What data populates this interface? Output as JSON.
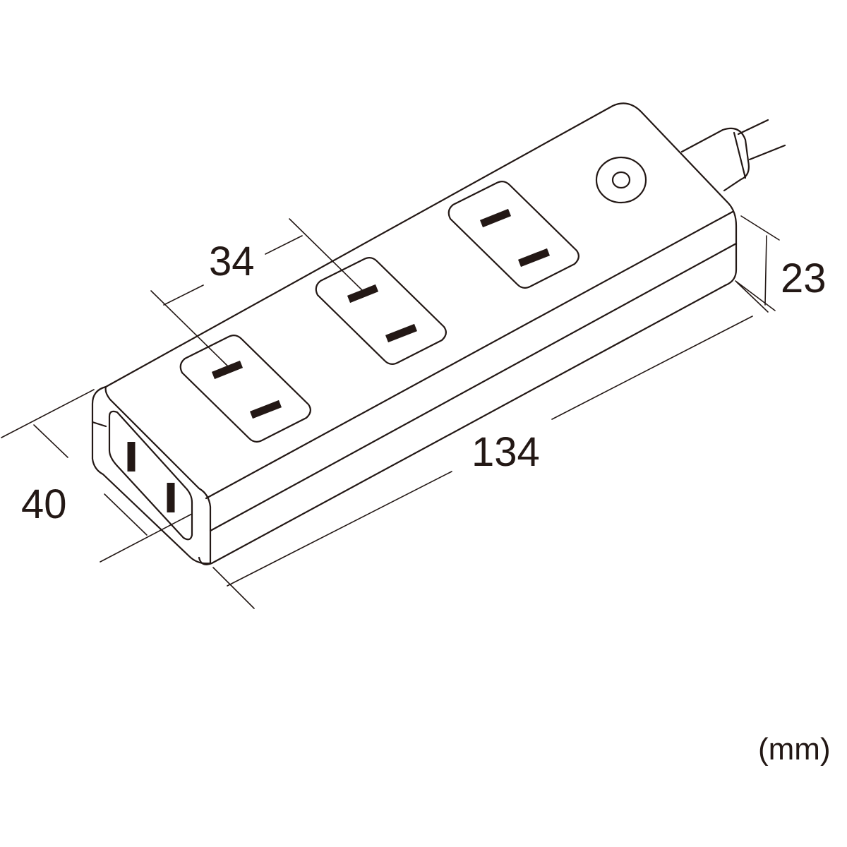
{
  "dimensions": {
    "outlet_pitch": "34",
    "height": "23",
    "length": "134",
    "width": "40"
  },
  "unit": "(mm)",
  "colors": {
    "line": "#231815",
    "background": "#ffffff"
  }
}
